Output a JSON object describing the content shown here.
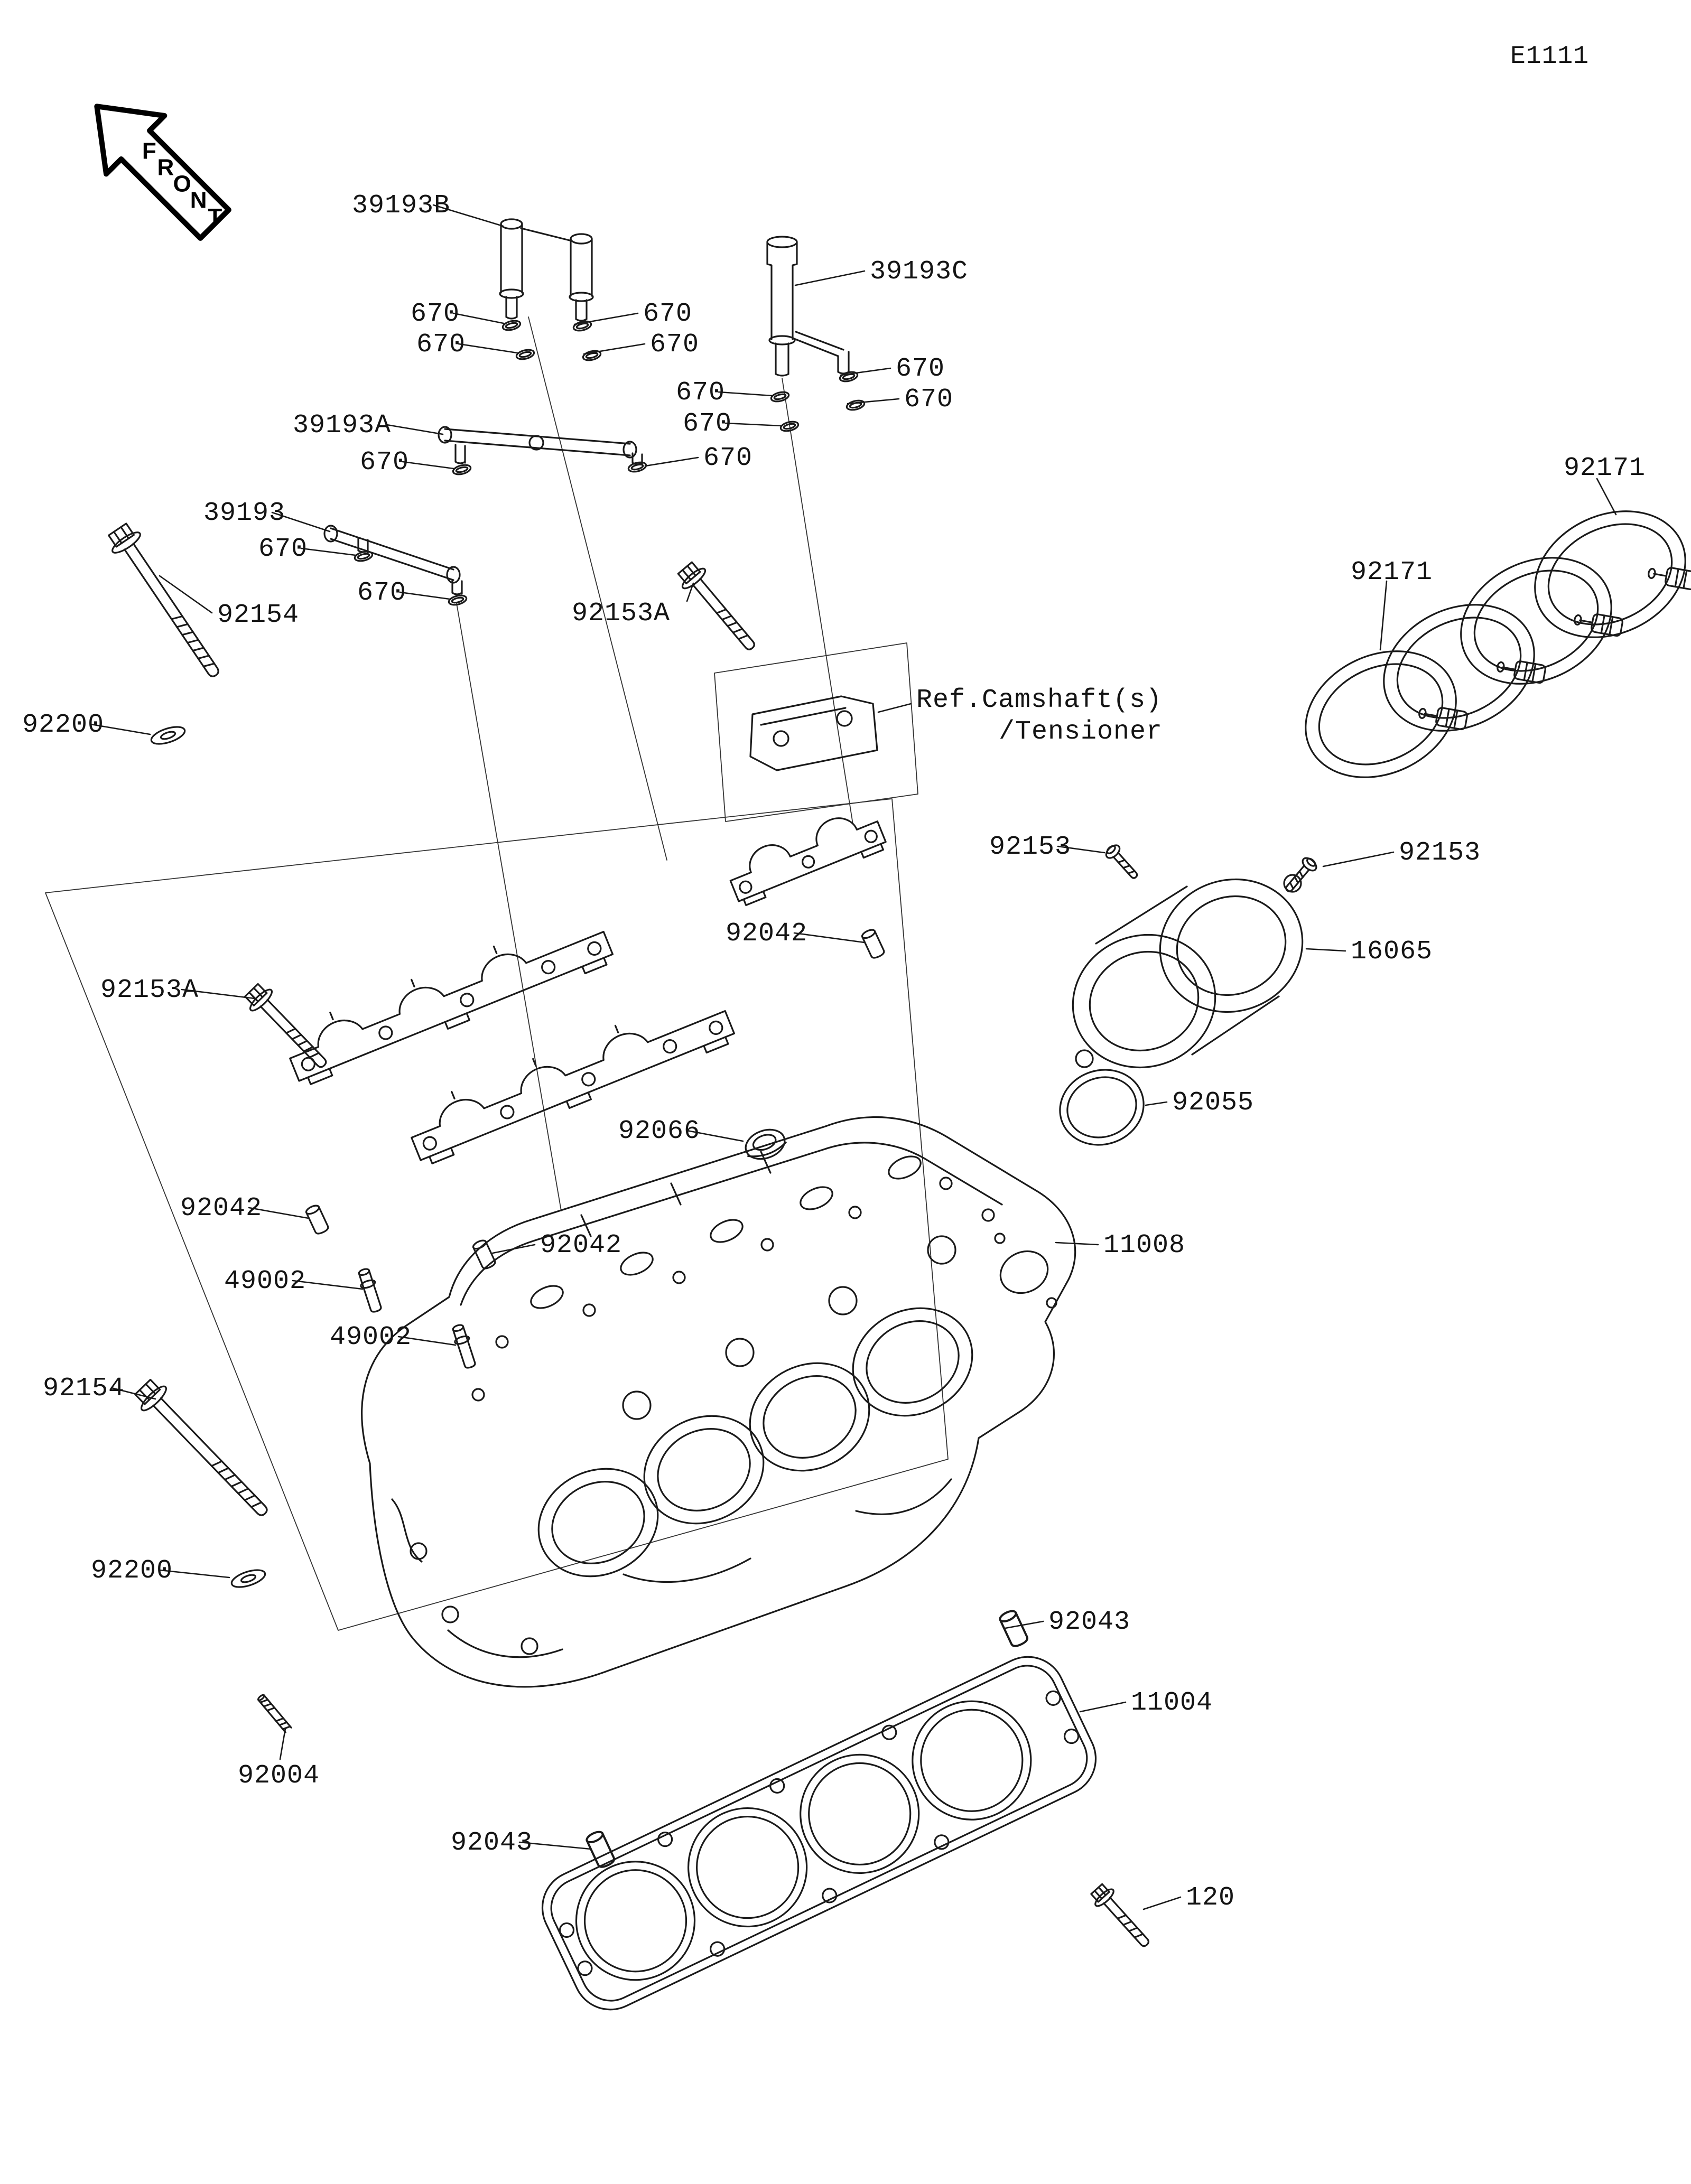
{
  "page": {
    "code": "E1111"
  },
  "front": {
    "letters": [
      "F",
      "R",
      "O",
      "N",
      "T"
    ],
    "word": "FRONT"
  },
  "ref_note": {
    "line1": "Ref.Camshaft(s)",
    "line2": "/Tensioner"
  },
  "colors": {
    "line": "#1a1a1a",
    "background": "#ffffff"
  },
  "labels": [
    {
      "text": "39193B"
    },
    {
      "text": "39193C"
    },
    {
      "text": "670"
    },
    {
      "text": "670"
    },
    {
      "text": "670"
    },
    {
      "text": "670"
    },
    {
      "text": "670"
    },
    {
      "text": "670"
    },
    {
      "text": "670"
    },
    {
      "text": "670"
    },
    {
      "text": "39193A"
    },
    {
      "text": "670"
    },
    {
      "text": "670"
    },
    {
      "text": "39193"
    },
    {
      "text": "670"
    },
    {
      "text": "670"
    },
    {
      "text": "92154"
    },
    {
      "text": "92153A"
    },
    {
      "text": "92171"
    },
    {
      "text": "92171"
    },
    {
      "text": "92200"
    },
    {
      "text": "Ref.Camshaft(s)"
    },
    {
      "text": "/Tensioner"
    },
    {
      "text": "92153"
    },
    {
      "text": "92153"
    },
    {
      "text": "16065"
    },
    {
      "text": "92042"
    },
    {
      "text": "92153A"
    },
    {
      "text": "92055"
    },
    {
      "text": "92066"
    },
    {
      "text": "92042"
    },
    {
      "text": "92042"
    },
    {
      "text": "11008"
    },
    {
      "text": "49002"
    },
    {
      "text": "49002"
    },
    {
      "text": "92154"
    },
    {
      "text": "92200"
    },
    {
      "text": "92043"
    },
    {
      "text": "11004"
    },
    {
      "text": "92004"
    },
    {
      "text": "92043"
    },
    {
      "text": "120"
    }
  ]
}
